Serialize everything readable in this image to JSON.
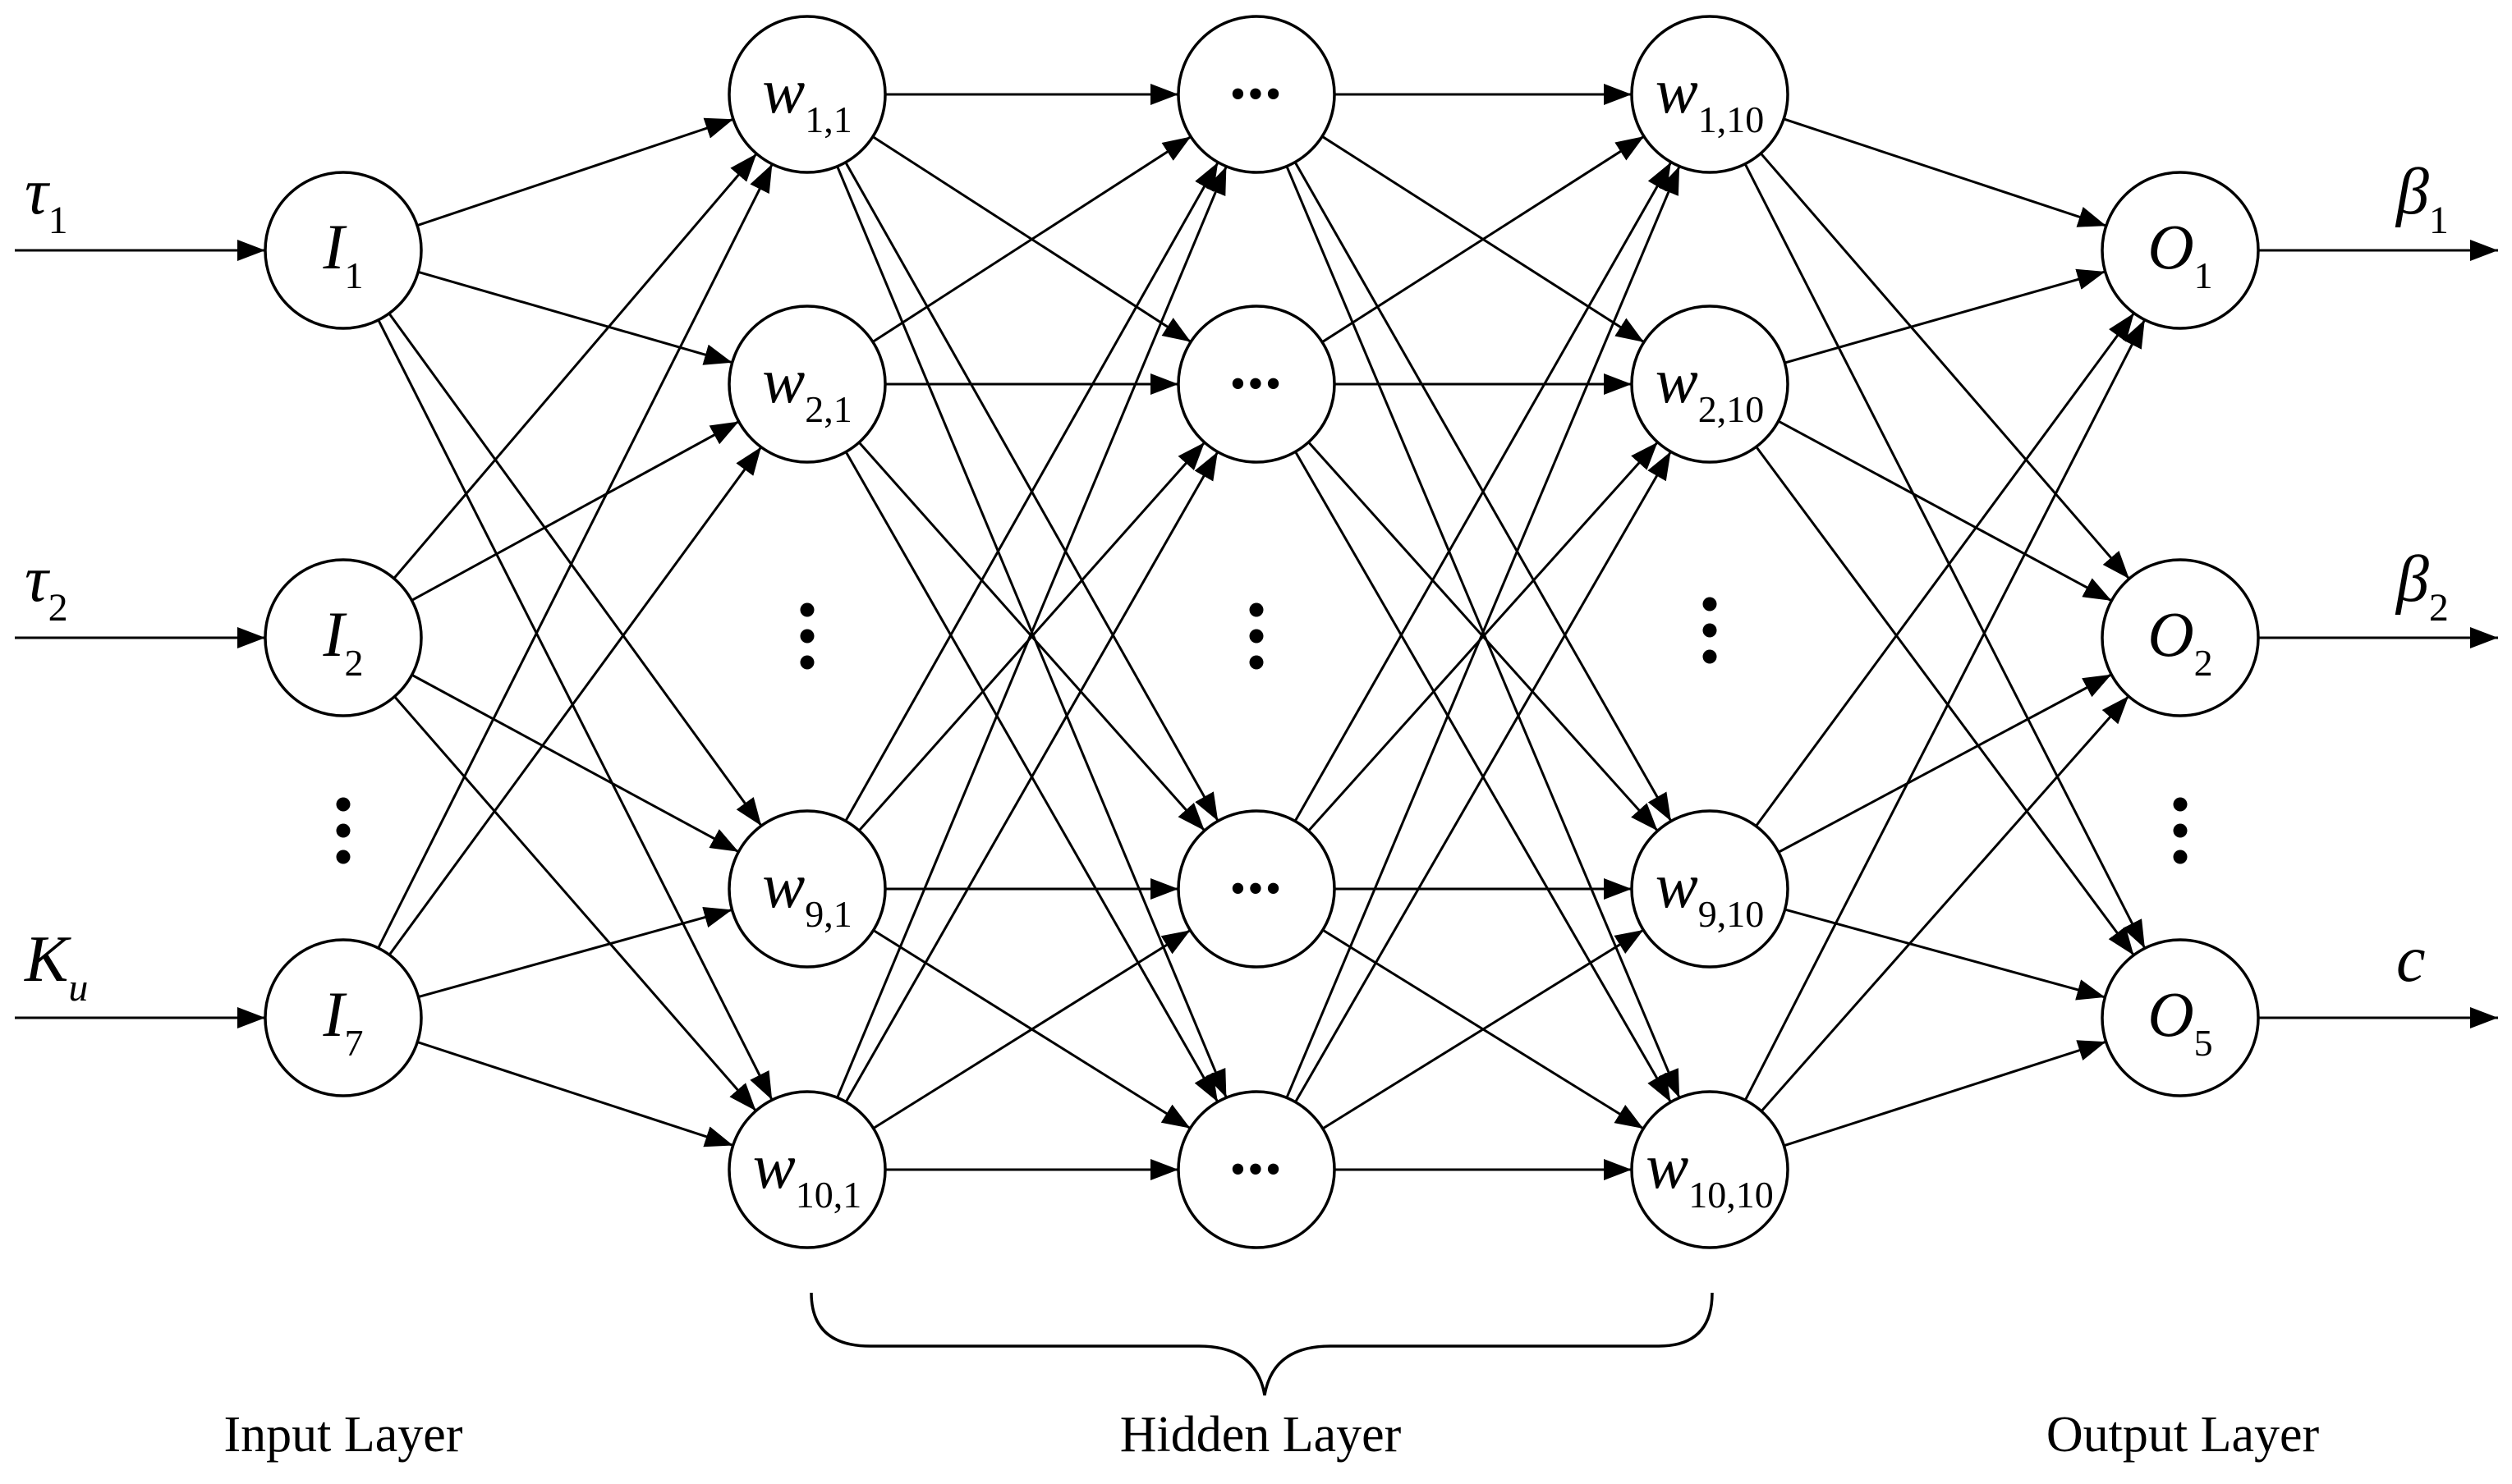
{
  "inputs": [
    {
      "symbol": "τ",
      "sub": "1"
    },
    {
      "symbol": "τ",
      "sub": "2"
    },
    {
      "symbol": "K",
      "sub": "u"
    }
  ],
  "input_nodes": [
    {
      "symbol": "I",
      "sub": "1"
    },
    {
      "symbol": "I",
      "sub": "2"
    },
    {
      "symbol": "I",
      "sub": "7"
    }
  ],
  "hidden_col1": [
    {
      "symbol": "w",
      "sub": "1,1"
    },
    {
      "symbol": "w",
      "sub": "2,1"
    },
    {
      "symbol": "w",
      "sub": "9,1"
    },
    {
      "symbol": "w",
      "sub": "10,1"
    }
  ],
  "hidden_col2": [
    {
      "symbol": "•••",
      "sub": ""
    },
    {
      "symbol": "•••",
      "sub": ""
    },
    {
      "symbol": "•••",
      "sub": ""
    },
    {
      "symbol": "•••",
      "sub": ""
    }
  ],
  "hidden_col3": [
    {
      "symbol": "w",
      "sub": "1,10"
    },
    {
      "symbol": "w",
      "sub": "2,10"
    },
    {
      "symbol": "w",
      "sub": "9,10"
    },
    {
      "symbol": "w",
      "sub": "10,10"
    }
  ],
  "output_nodes": [
    {
      "symbol": "O",
      "sub": "1"
    },
    {
      "symbol": "O",
      "sub": "2"
    },
    {
      "symbol": "O",
      "sub": "5"
    }
  ],
  "outputs": [
    {
      "symbol": "β",
      "sub": "1"
    },
    {
      "symbol": "β",
      "sub": "2"
    },
    {
      "symbol": "c",
      "sub": ""
    }
  ],
  "layer_labels": {
    "input": "Input Layer",
    "hidden": "Hidden Layer",
    "output": "Output Layer"
  }
}
